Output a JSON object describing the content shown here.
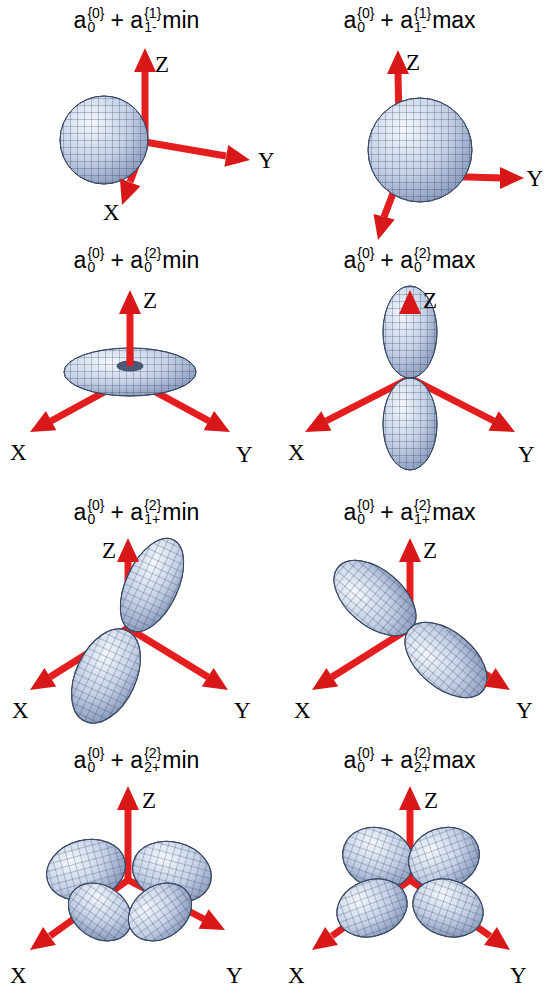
{
  "diagram": {
    "labels": [
      "a",
      "{0}",
      "0",
      "+ a",
      "{1}",
      "1-",
      "min",
      "Z",
      "Y",
      "X",
      "a",
      "{0}",
      "0",
      "+ a",
      "{1}",
      "1-",
      "max",
      "Z",
      "Y",
      "a",
      "{0}",
      "0",
      "+ a",
      "{2}",
      "0",
      "min",
      "Z",
      "X",
      "Y",
      "a",
      "{0}",
      "0",
      "+ a",
      "{2}",
      "0",
      "max",
      "Z",
      "X",
      "Y",
      "a",
      "{0}",
      "0",
      "+ a",
      "{2}",
      "1+",
      "min",
      "Z",
      "X",
      "Y",
      "a",
      "{0}",
      "0",
      "+ a",
      "{2}",
      "1+",
      "max",
      "Z",
      "X",
      "Y",
      "a",
      "{0}",
      "0",
      "+ a",
      "{2}",
      "2+",
      "min",
      "Z",
      "X",
      "Y",
      "a",
      "{0}",
      "0",
      "+ a",
      "{2}",
      "2+",
      "max",
      "Z",
      "X",
      "Y"
    ]
  }
}
